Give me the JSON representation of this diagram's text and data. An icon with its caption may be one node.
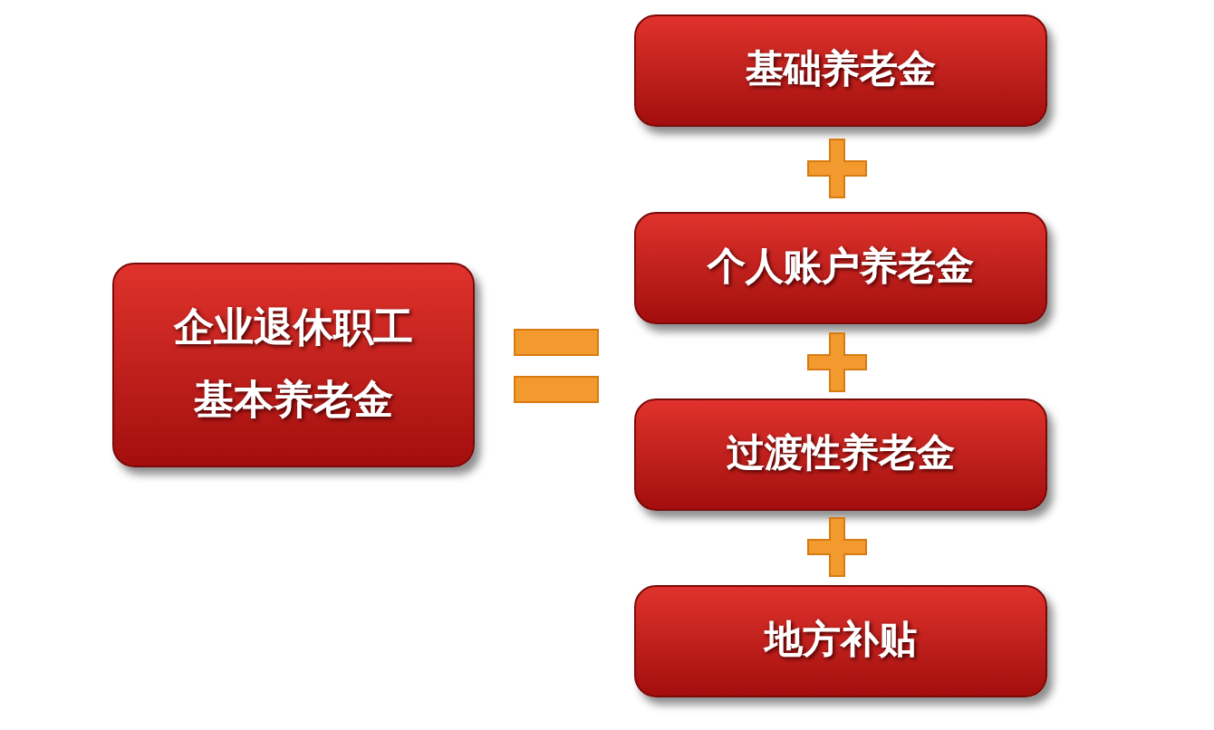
{
  "diagram": {
    "nodes": [
      {
        "text": [
          "企业退休职工基本养老金"
        ]
      },
      {
        "text": [
          "基础养老金"
        ]
      },
      {
        "text": [
          "个人账户养老金"
        ]
      },
      {
        "text": [
          "过渡性养老金"
        ]
      },
      {
        "text": [
          "地方补贴"
        ]
      }
    ]
  }
}
